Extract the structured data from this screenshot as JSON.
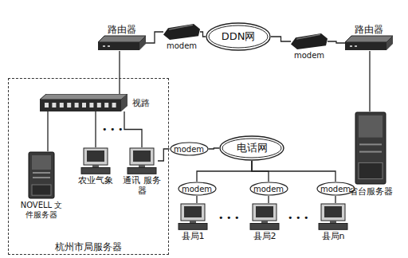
{
  "diagram": {
    "nodes": [
      {
        "text": [
          "路由器"
        ]
      },
      {
        "text": [
          "modem"
        ]
      },
      {
        "text": [
          "DDN网"
        ]
      },
      {
        "text": [
          "modem"
        ]
      },
      {
        "text": [
          "路由器"
        ]
      },
      {
        "text": [
          "杭州市局服务器"
        ]
      },
      {
        "text": [
          "视路"
        ],
        "in": 5
      },
      {
        "text": [
          "NOVELL 文件服务器"
        ],
        "in": 5
      },
      {
        "text": [
          "农业气象"
        ],
        "in": 5
      },
      {
        "text": [
          "通讯 服务器"
        ],
        "in": 5
      },
      {
        "text": [
          "modem"
        ]
      },
      {
        "text": [
          "电话网"
        ]
      },
      {
        "text": [
          "modem"
        ]
      },
      {
        "text": [
          "modem"
        ]
      },
      {
        "text": [
          "modem"
        ]
      },
      {
        "text": [
          "县局1"
        ]
      },
      {
        "text": [
          "县局2"
        ]
      },
      {
        "text": [
          "县局n"
        ]
      },
      {
        "text": [
          "省台服务器"
        ]
      }
    ],
    "edges": [
      {
        "from": 0,
        "to": 1,
        "arrow": "none"
      },
      {
        "from": 1,
        "to": 2,
        "arrow": "none"
      },
      {
        "from": 2,
        "to": 3,
        "arrow": "none"
      },
      {
        "from": 3,
        "to": 4,
        "arrow": "none"
      },
      {
        "from": 4,
        "to": 18,
        "arrow": "none"
      },
      {
        "from": 0,
        "to": 6,
        "arrow": "none"
      },
      {
        "from": 6,
        "to": 7,
        "arrow": "none"
      },
      {
        "from": 6,
        "to": 8,
        "arrow": "none"
      },
      {
        "from": 6,
        "to": 9,
        "arrow": "none"
      },
      {
        "from": 9,
        "to": 10,
        "arrow": "none"
      },
      {
        "from": 10,
        "to": 11,
        "arrow": "none"
      },
      {
        "from": 11,
        "to": 12,
        "arrow": "none"
      },
      {
        "from": 11,
        "to": 13,
        "arrow": "none"
      },
      {
        "from": 11,
        "to": 14,
        "arrow": "none"
      },
      {
        "from": 12,
        "to": 15,
        "arrow": "none"
      },
      {
        "from": 13,
        "to": 16,
        "arrow": "none"
      },
      {
        "from": 14,
        "to": 17,
        "arrow": "none"
      }
    ],
    "labels": [
      "• • •",
      "• • •",
      "• • •"
    ]
  }
}
